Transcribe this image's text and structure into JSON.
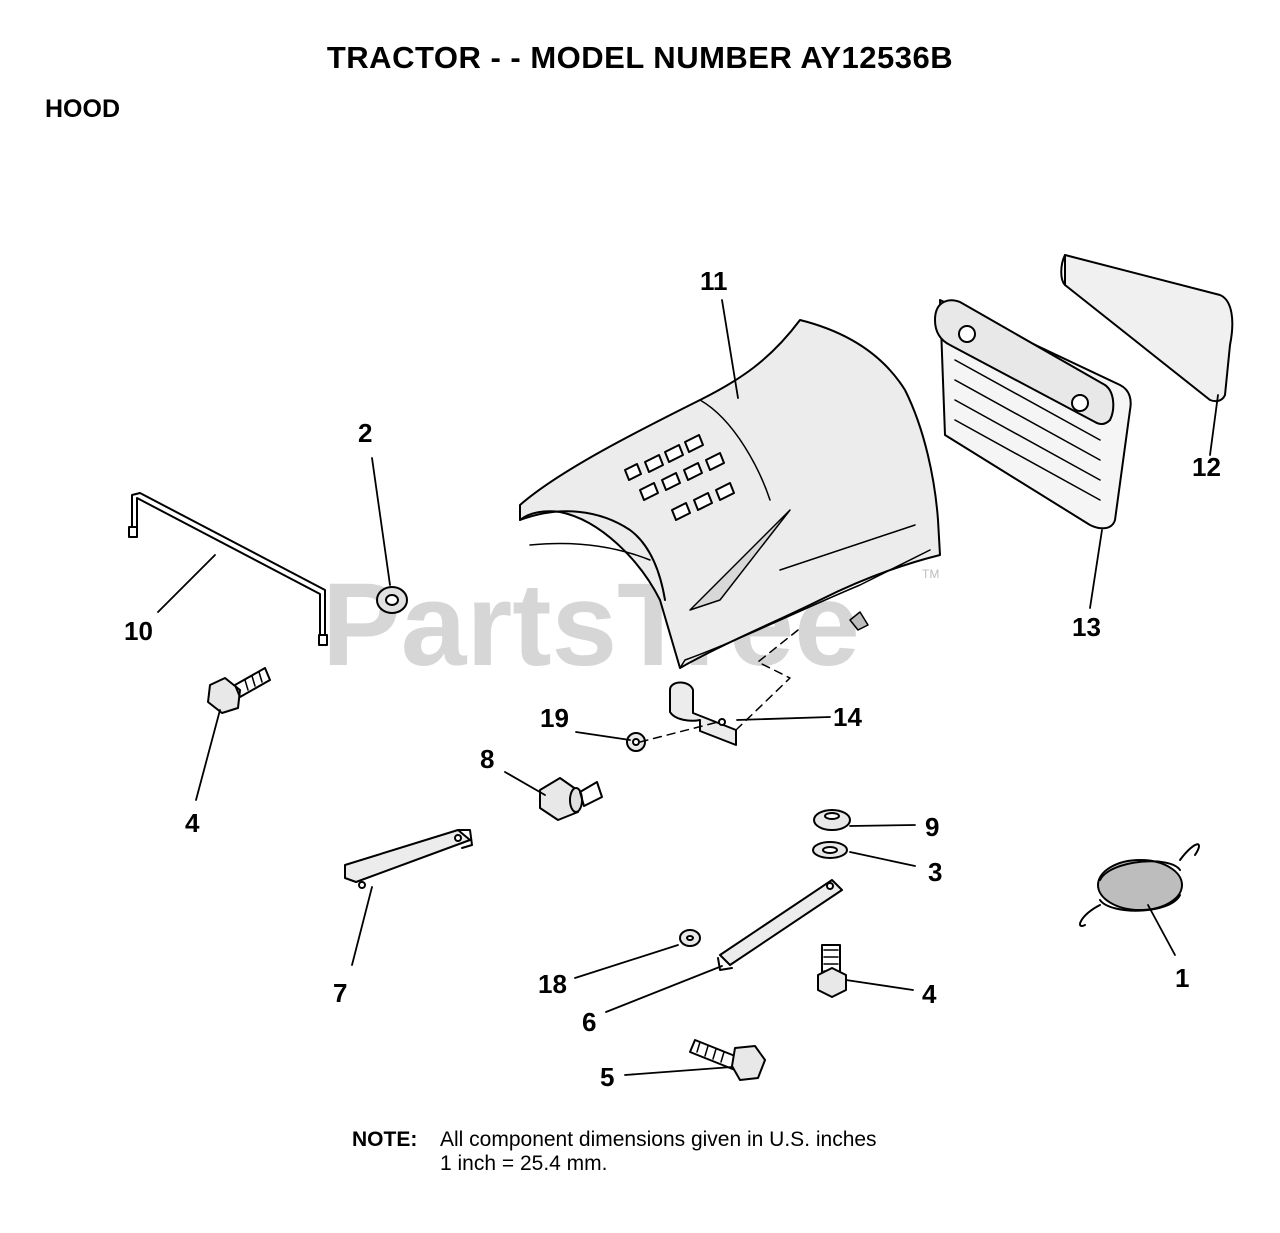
{
  "header": {
    "title": "TRACTOR - - MODEL NUMBER AY12536B",
    "section": "HOOD"
  },
  "watermark": {
    "text": "PartsTree",
    "tm": "TM"
  },
  "callouts": [
    {
      "id": "11",
      "label": "11"
    },
    {
      "id": "2",
      "label": "2"
    },
    {
      "id": "12",
      "label": "12"
    },
    {
      "id": "13",
      "label": "13"
    },
    {
      "id": "10",
      "label": "10"
    },
    {
      "id": "4a",
      "label": "4"
    },
    {
      "id": "19",
      "label": "19"
    },
    {
      "id": "14",
      "label": "14"
    },
    {
      "id": "8",
      "label": "8"
    },
    {
      "id": "9",
      "label": "9"
    },
    {
      "id": "3",
      "label": "3"
    },
    {
      "id": "7",
      "label": "7"
    },
    {
      "id": "18",
      "label": "18"
    },
    {
      "id": "6",
      "label": "6"
    },
    {
      "id": "4b",
      "label": "4"
    },
    {
      "id": "1",
      "label": "1"
    },
    {
      "id": "5",
      "label": "5"
    }
  ],
  "note": {
    "label": "NOTE:",
    "line1": "All component dimensions given in U.S. inches",
    "line2": "1 inch = 25.4 mm."
  }
}
